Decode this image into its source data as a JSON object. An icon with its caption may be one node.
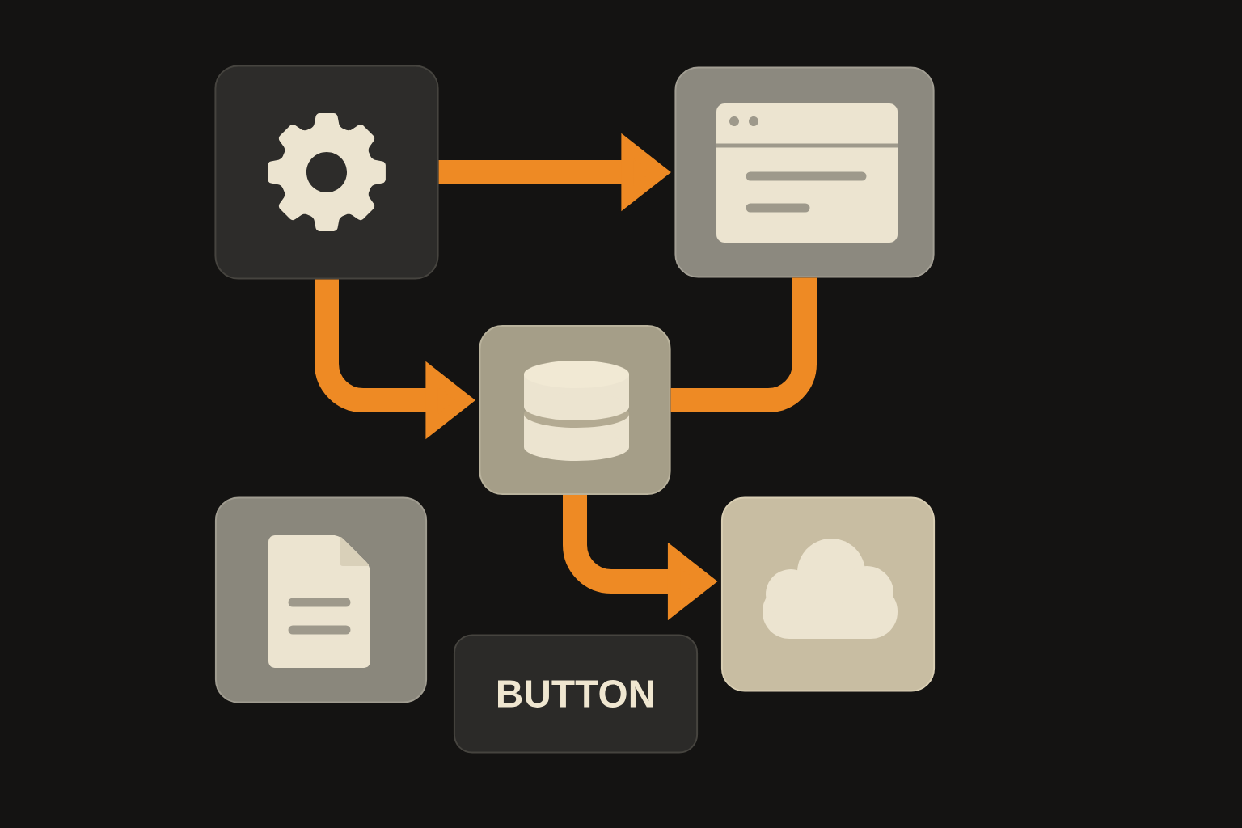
{
  "diagram": {
    "nodes": [
      {
        "text": [],
        "shape": "box"
      },
      {
        "text": [],
        "shape": "box"
      },
      {
        "text": [],
        "shape": "box"
      },
      {
        "text": [],
        "shape": "box"
      },
      {
        "text": [],
        "shape": "box"
      },
      {
        "text": [
          "BUTTON"
        ]
      }
    ],
    "edges": [
      {
        "from": 0,
        "to": 1,
        "arrow": "to"
      },
      {
        "from": 0,
        "to": 2,
        "arrow": "to"
      },
      {
        "from": 1,
        "to": 2,
        "arrow": "none"
      },
      {
        "from": 2,
        "to": 4,
        "arrow": "to"
      }
    ]
  }
}
